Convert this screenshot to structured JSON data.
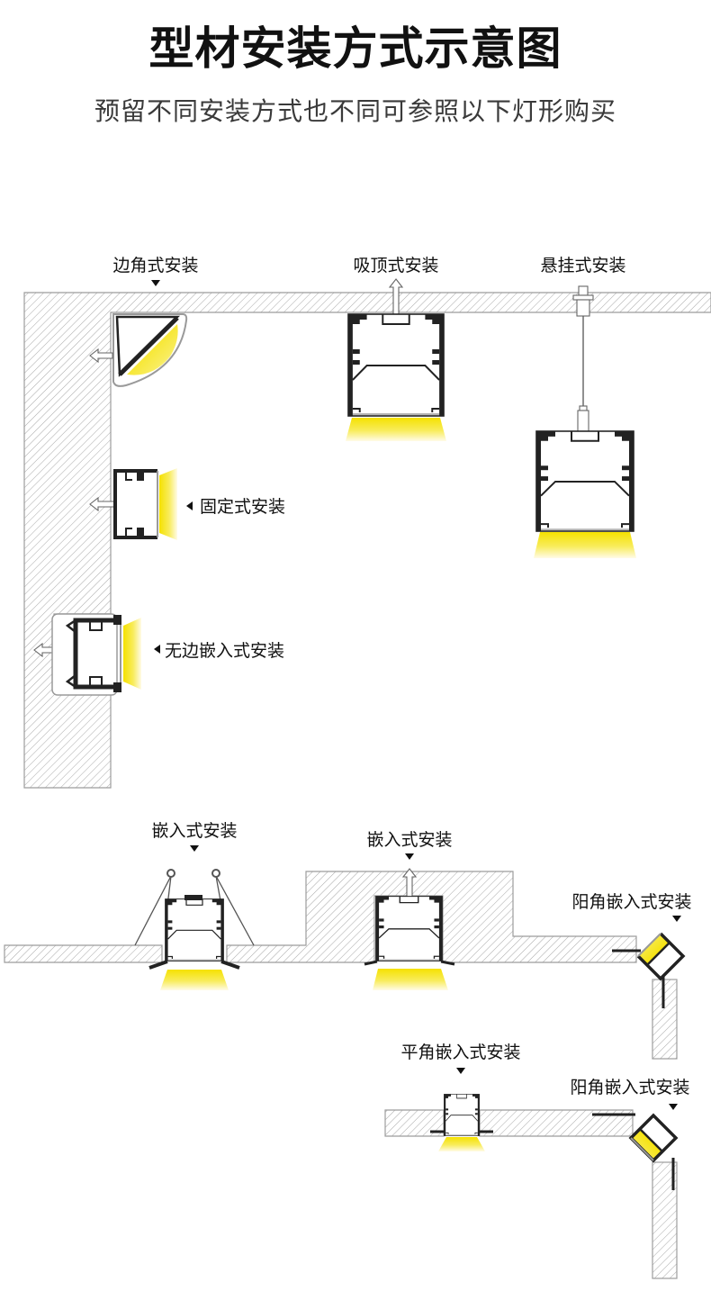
{
  "header": {
    "title": "型材安装方式示意图",
    "subtitle": "预留不同安装方式也不同可参照以下灯形购买"
  },
  "labels": {
    "corner": "边角式安装",
    "ceiling": "吸顶式安装",
    "suspended": "悬挂式安装",
    "fixed": "固定式安装",
    "flush_wall": "无边嵌入式安装",
    "recessed_1": "嵌入式安装",
    "recessed_2": "嵌入式安装",
    "outer_corner_1": "阳角嵌入式安装",
    "flat_corner": "平角嵌入式安装",
    "outer_corner_2": "阳角嵌入式安装"
  },
  "colors": {
    "light": "#f5e100",
    "profile": "#222222",
    "hatch": "#a8a8a8"
  }
}
